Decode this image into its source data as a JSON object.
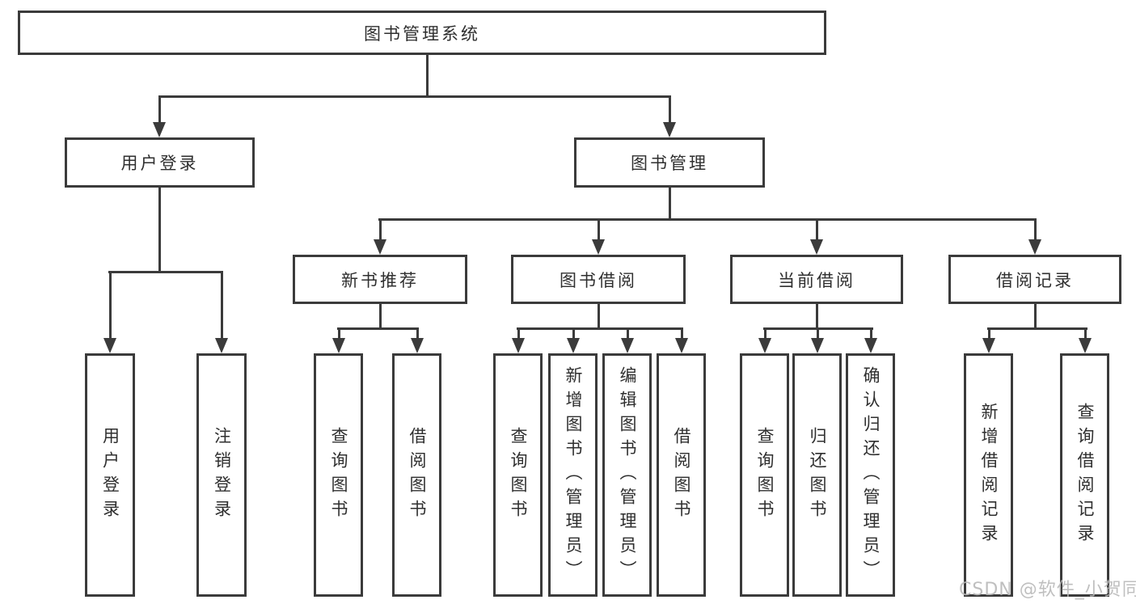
{
  "diagram": {
    "root": {
      "label": "图书管理系统"
    },
    "user_branch": {
      "label": "用户登录",
      "children": [
        {
          "label": "用户登录"
        },
        {
          "label": "注销登录"
        }
      ]
    },
    "mgmt_branch": {
      "label": "图书管理",
      "groups": [
        {
          "label": "新书推荐",
          "children": [
            {
              "label": "查询图书"
            },
            {
              "label": "借阅图书"
            }
          ]
        },
        {
          "label": "图书借阅",
          "children": [
            {
              "label": "查询图书"
            },
            {
              "label": "新增图书（管理员）"
            },
            {
              "label": "编辑图书（管理员）"
            },
            {
              "label": "借阅图书"
            }
          ]
        },
        {
          "label": "当前借阅",
          "children": [
            {
              "label": "查询图书"
            },
            {
              "label": "归还图书"
            },
            {
              "label": "确认归还（管理员）"
            }
          ]
        },
        {
          "label": "借阅记录",
          "children": [
            {
              "label": "新增借阅记录"
            },
            {
              "label": "查询借阅记录"
            }
          ]
        }
      ]
    },
    "watermark": "CSDN @软件_小贺同学",
    "colors": {
      "line": "#3b3b3b",
      "text": "#2f2f2f",
      "watermark": "#b9b9b9",
      "background": "#ffffff"
    }
  }
}
